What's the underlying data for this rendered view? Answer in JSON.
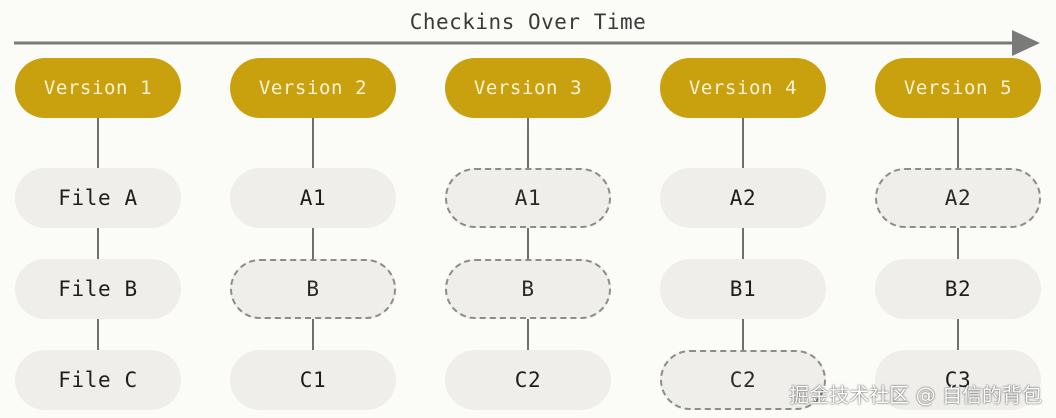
{
  "title": "Checkins Over Time",
  "versions": [
    {
      "label": "Version 1",
      "files": [
        {
          "label": "File A",
          "changed": true
        },
        {
          "label": "File B",
          "changed": true
        },
        {
          "label": "File C",
          "changed": true
        }
      ]
    },
    {
      "label": "Version 2",
      "files": [
        {
          "label": "A1",
          "changed": true
        },
        {
          "label": "B",
          "changed": false
        },
        {
          "label": "C1",
          "changed": true
        }
      ]
    },
    {
      "label": "Version 3",
      "files": [
        {
          "label": "A1",
          "changed": false
        },
        {
          "label": "B",
          "changed": false
        },
        {
          "label": "C2",
          "changed": true
        }
      ]
    },
    {
      "label": "Version 4",
      "files": [
        {
          "label": "A2",
          "changed": true
        },
        {
          "label": "B1",
          "changed": true
        },
        {
          "label": "C2",
          "changed": false
        }
      ]
    },
    {
      "label": "Version 5",
      "files": [
        {
          "label": "A2",
          "changed": false
        },
        {
          "label": "B2",
          "changed": true
        },
        {
          "label": "C3",
          "changed": true
        }
      ]
    }
  ],
  "watermark": "掘金技术社区 @ 自信的背包",
  "colors": {
    "version_fill": "#c9a10f",
    "file_fill": "#efeeea",
    "arrow": "#7a7a7a",
    "background": "#fbfbf7"
  }
}
